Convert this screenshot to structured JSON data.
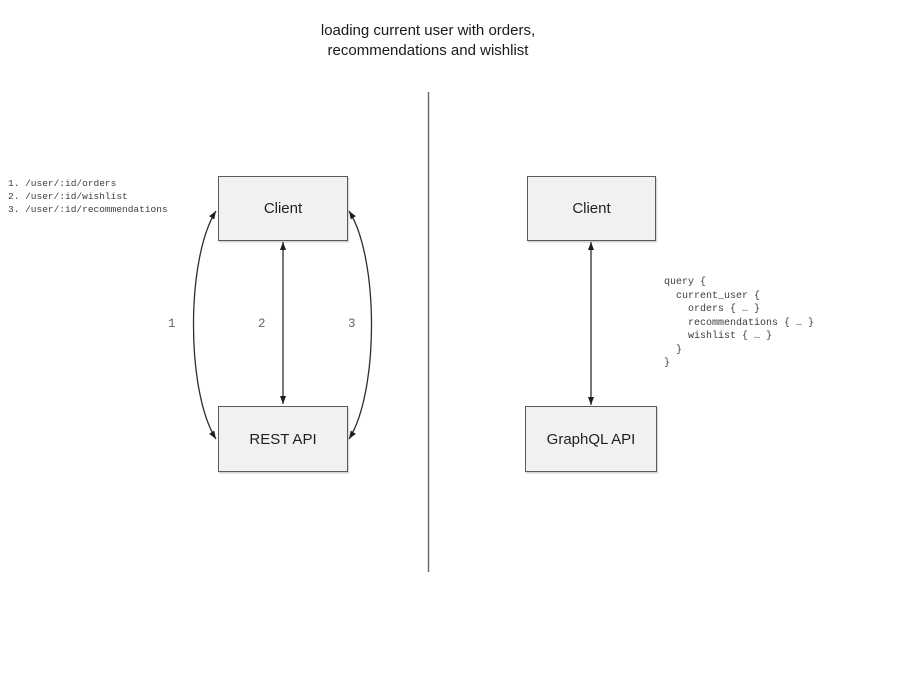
{
  "title": {
    "line1": "loading current user with orders,",
    "line2": "recommendations and wishlist"
  },
  "rest_panel": {
    "client_label": "Client",
    "api_label": "REST API",
    "endpoint_lines": [
      "1. /user/:id/orders",
      "2. /user/:id/wishlist",
      "3. /user/:id/recommendations"
    ],
    "arrow_labels": [
      "1",
      "2",
      "3"
    ]
  },
  "graphql_panel": {
    "client_label": "Client",
    "api_label": "GraphQL API",
    "query_lines": [
      "query {",
      "  current_user {",
      "    orders { … }",
      "    recommendations { … }",
      "    wishlist { … }",
      "  }",
      "}"
    ]
  },
  "colors": {
    "box_fill": "#f1f1f1",
    "box_border": "#5a5a5a",
    "arrow": "#2e2e2e",
    "divider": "#6b6b6b",
    "label_gray": "#666666",
    "code_text": "#3d3d3d"
  }
}
